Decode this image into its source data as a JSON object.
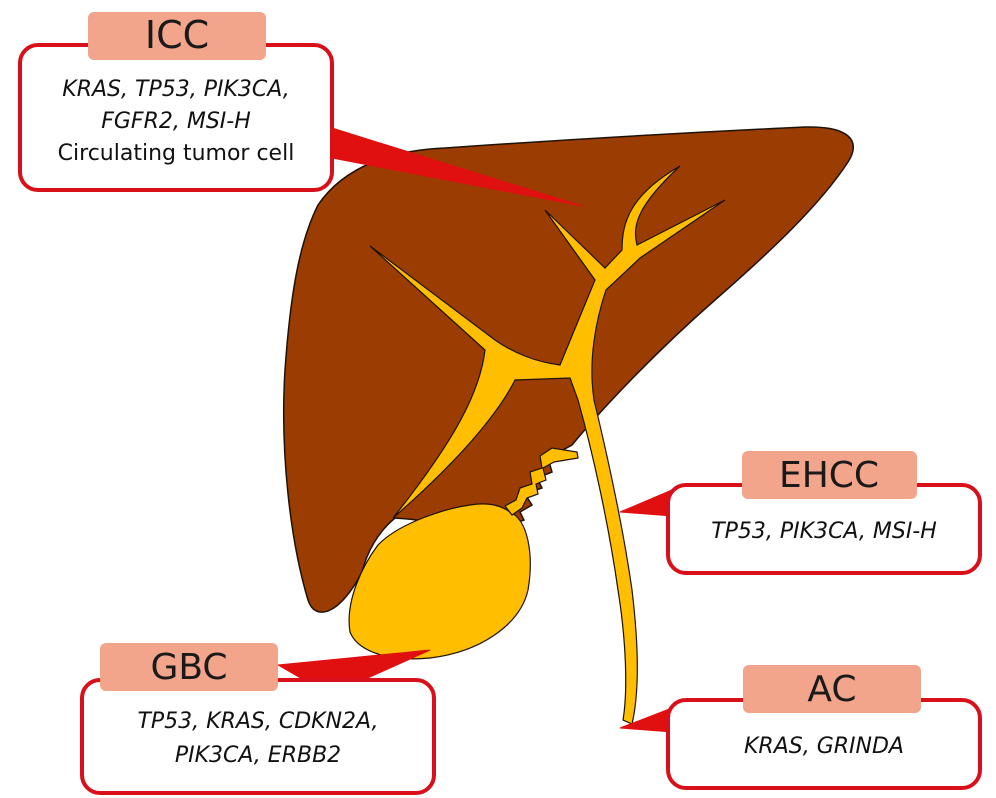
{
  "colors": {
    "liver": "#9b3c02",
    "bile": "#ffbe00",
    "outline": "#1e1208",
    "callout_border": "#d9101a",
    "leader": "#e01010",
    "tag_fill": "#f2a58b"
  },
  "callouts": {
    "icc": {
      "tag": "ICC",
      "lines": [
        "KRAS, TP53, PIK3CA,",
        "FGFR2, MSI-H"
      ],
      "extra": "Circulating tumor cell"
    },
    "ehcc": {
      "tag": "EHCC",
      "lines": [
        "TP53, PIK3CA, MSI-H"
      ]
    },
    "gbc": {
      "tag": "GBC",
      "lines": [
        "TP53, KRAS, CDKN2A,",
        "PIK3CA, ERBB2"
      ]
    },
    "ac": {
      "tag": "AC",
      "lines": [
        "KRAS, GRINDA"
      ]
    }
  }
}
